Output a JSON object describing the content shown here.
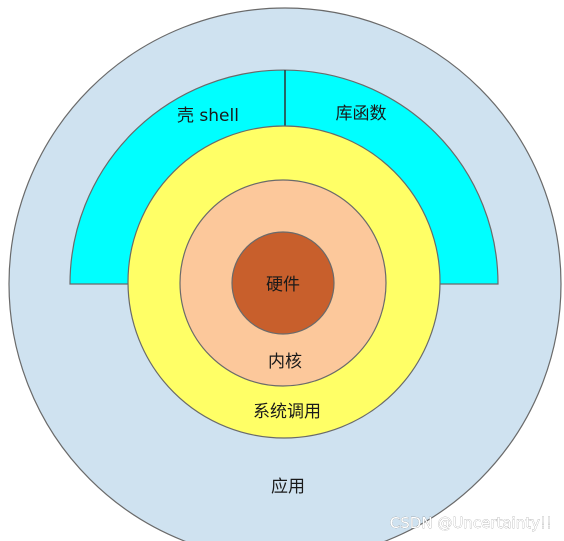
{
  "diagram": {
    "layers": {
      "applications": {
        "label": "应用",
        "color": "#cfe2f0"
      },
      "shell": {
        "label": "壳 shell",
        "color": "#00ffff"
      },
      "library": {
        "label": "库函数",
        "color": "#00ffff"
      },
      "syscalls": {
        "label": "系统调用",
        "color": "#ffff66"
      },
      "kernel": {
        "label": "内核",
        "color": "#fcc89b"
      },
      "hardware": {
        "label": "硬件",
        "color": "#c85f2c"
      }
    },
    "outline_color": "#6a6a6a"
  },
  "watermark": "CSDN @Uncertainty!!"
}
